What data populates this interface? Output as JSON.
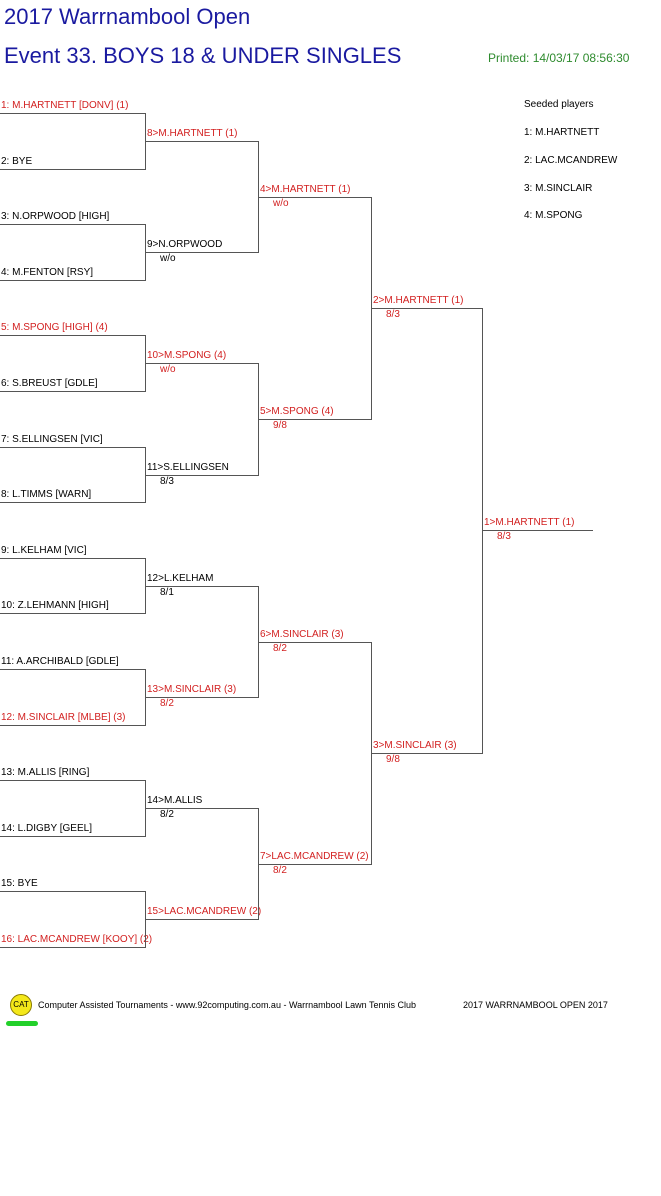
{
  "header": {
    "title": "2017 Warrnambool Open",
    "event": "Event 33. BOYS 18 & UNDER SINGLES",
    "printed": "Printed: 14/03/17 08:56:30"
  },
  "round1": [
    {
      "label": "1: M.HARTNETT [DONV] (1)",
      "red": true
    },
    {
      "label": "2: BYE",
      "red": false
    },
    {
      "label": "3: N.ORPWOOD [HIGH]",
      "red": false
    },
    {
      "label": "4: M.FENTON [RSY]",
      "red": false
    },
    {
      "label": "5: M.SPONG [HIGH] (4)",
      "red": true
    },
    {
      "label": "6: S.BREUST [GDLE]",
      "red": false
    },
    {
      "label": "7: S.ELLINGSEN [VIC]",
      "red": false
    },
    {
      "label": "8: L.TIMMS [WARN]",
      "red": false
    },
    {
      "label": "9: L.KELHAM [VIC]",
      "red": false
    },
    {
      "label": "10: Z.LEHMANN [HIGH]",
      "red": false
    },
    {
      "label": "11: A.ARCHIBALD [GDLE]",
      "red": false
    },
    {
      "label": "12: M.SINCLAIR [MLBE] (3)",
      "red": true
    },
    {
      "label": "13: M.ALLIS [RING]",
      "red": false
    },
    {
      "label": "14: L.DIGBY [GEEL]",
      "red": false
    },
    {
      "label": "15: BYE",
      "red": false
    },
    {
      "label": "16: LAC.MCANDREW [KOOY] (2)",
      "red": true
    }
  ],
  "round2": [
    {
      "label": "8>M.HARTNETT (1)",
      "score": "",
      "red": true
    },
    {
      "label": "9>N.ORPWOOD",
      "score": "w/o",
      "red": false
    },
    {
      "label": "10>M.SPONG (4)",
      "score": "w/o",
      "red": true
    },
    {
      "label": "11>S.ELLINGSEN",
      "score": "8/3",
      "red": false
    },
    {
      "label": "12>L.KELHAM",
      "score": "8/1",
      "red": false
    },
    {
      "label": "13>M.SINCLAIR (3)",
      "score": "8/2",
      "red": true
    },
    {
      "label": "14>M.ALLIS",
      "score": "8/2",
      "red": false
    },
    {
      "label": "15>LAC.MCANDREW (2)",
      "score": "",
      "red": true
    }
  ],
  "round3": [
    {
      "label": "4>M.HARTNETT (1)",
      "score": "w/o",
      "red": true
    },
    {
      "label": "5>M.SPONG (4)",
      "score": "9/8",
      "red": true
    },
    {
      "label": "6>M.SINCLAIR (3)",
      "score": "8/2",
      "red": true
    },
    {
      "label": "7>LAC.MCANDREW (2)",
      "score": "8/2",
      "red": true
    }
  ],
  "round4": [
    {
      "label": "2>M.HARTNETT (1)",
      "score": "8/3",
      "red": true
    },
    {
      "label": "3>M.SINCLAIR (3)",
      "score": "9/8",
      "red": true
    }
  ],
  "final": [
    {
      "label": "1>M.HARTNETT (1)",
      "score": "8/3",
      "red": true
    }
  ],
  "seeds": {
    "heading": "Seeded players",
    "items": [
      "1: M.HARTNETT",
      "2: LAC.MCANDREW",
      "3: M.SINCLAIR",
      "4: M.SPONG"
    ]
  },
  "footer": {
    "logo": "CAT",
    "text": "Computer Assisted Tournaments - www.92computing.com.au -  Warrnambool Lawn Tennis Club",
    "event": "2017 WARRNAMBOOL OPEN 2017"
  }
}
